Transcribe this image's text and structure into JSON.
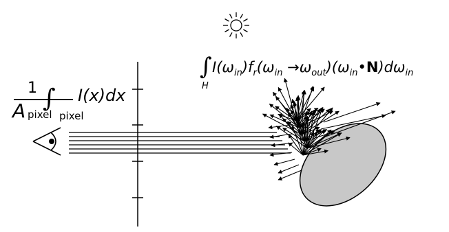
{
  "left_formula": {
    "numerator": "1",
    "denom_symbol": "A",
    "denom_sub": "pixel",
    "integral_sub": "pixel",
    "integrand": "I(x)dx"
  },
  "right_formula": {
    "domain_sub": "H",
    "p1": "I(ω",
    "s1": "in",
    "p2": ")f",
    "s2": "r",
    "p3": "(ω",
    "s3": "in",
    "p4": " →ω",
    "s4": "out",
    "p5": ")(ω",
    "s5": "in",
    "p6": "•",
    "p7": "N",
    "p8": ")dω",
    "s8": "in"
  },
  "colors": {
    "ink": "#000000",
    "object_fill": "#c8c8c8",
    "background": "#ffffff"
  },
  "icons": {
    "light": "sun-icon",
    "viewer": "eye-icon"
  }
}
